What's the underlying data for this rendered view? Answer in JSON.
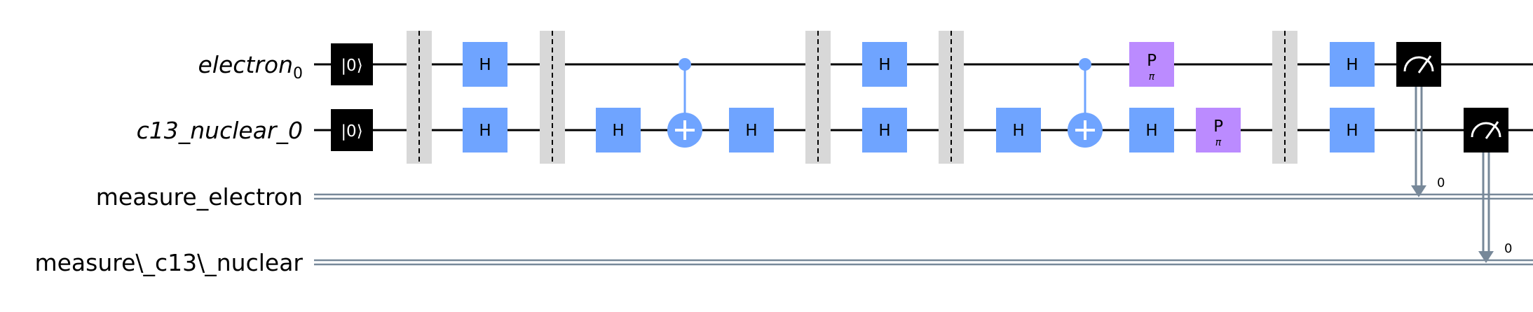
{
  "colors": {
    "h_gate": "#6fa4ff",
    "p_gate": "#bb8bff",
    "control": "#6fa4ff",
    "init_box": "#000000",
    "measure_box": "#000000",
    "barrier_fill": "#d8d8d8",
    "classical_wire": "#778899",
    "quantum_wire": "#000000"
  },
  "registers": {
    "qubits": [
      {
        "base": "electron",
        "sub": "0"
      },
      {
        "base": "c13_nuclear_0",
        "sub": ""
      }
    ],
    "classical": [
      {
        "label": "measure_electron"
      },
      {
        "label": "measure\\_c13\\_nuclear"
      }
    ]
  },
  "columns": [
    {
      "ops": [
        {
          "type": "init",
          "qubit": 0,
          "label": "|0⟩"
        },
        {
          "type": "init",
          "qubit": 1,
          "label": "|0⟩"
        }
      ]
    },
    {
      "ops": [
        {
          "type": "barrier",
          "qubits": [
            0,
            1
          ]
        }
      ]
    },
    {
      "ops": [
        {
          "type": "gate",
          "qubit": 0,
          "label": "H",
          "color": "h_gate"
        },
        {
          "type": "gate",
          "qubit": 1,
          "label": "H",
          "color": "h_gate"
        }
      ]
    },
    {
      "ops": [
        {
          "type": "barrier",
          "qubits": [
            0,
            1
          ]
        }
      ]
    },
    {
      "ops": [
        {
          "type": "gate",
          "qubit": 1,
          "label": "H",
          "color": "h_gate"
        }
      ]
    },
    {
      "ops": [
        {
          "type": "cx",
          "control": 0,
          "target": 1
        }
      ]
    },
    {
      "ops": [
        {
          "type": "gate",
          "qubit": 1,
          "label": "H",
          "color": "h_gate"
        }
      ]
    },
    {
      "ops": [
        {
          "type": "barrier",
          "qubits": [
            0,
            1
          ]
        }
      ]
    },
    {
      "ops": [
        {
          "type": "gate",
          "qubit": 0,
          "label": "H",
          "color": "h_gate"
        },
        {
          "type": "gate",
          "qubit": 1,
          "label": "H",
          "color": "h_gate"
        }
      ]
    },
    {
      "ops": [
        {
          "type": "barrier",
          "qubits": [
            0,
            1
          ]
        }
      ]
    },
    {
      "ops": [
        {
          "type": "gate",
          "qubit": 1,
          "label": "H",
          "color": "h_gate"
        }
      ]
    },
    {
      "ops": [
        {
          "type": "cx",
          "control": 0,
          "target": 1
        }
      ]
    },
    {
      "ops": [
        {
          "type": "gate",
          "qubit": 0,
          "label": "P",
          "param": "π",
          "color": "p_gate"
        },
        {
          "type": "gate",
          "qubit": 1,
          "label": "H",
          "color": "h_gate"
        }
      ]
    },
    {
      "ops": [
        {
          "type": "gate",
          "qubit": 1,
          "label": "P",
          "param": "π",
          "color": "p_gate"
        }
      ]
    },
    {
      "ops": [
        {
          "type": "barrier",
          "qubits": [
            0,
            1
          ]
        }
      ]
    },
    {
      "ops": [
        {
          "type": "gate",
          "qubit": 0,
          "label": "H",
          "color": "h_gate"
        },
        {
          "type": "gate",
          "qubit": 1,
          "label": "H",
          "color": "h_gate"
        }
      ]
    },
    {
      "ops": [
        {
          "type": "measure",
          "qubit": 0,
          "clbit": 0,
          "index": "0"
        }
      ]
    },
    {
      "ops": [
        {
          "type": "measure",
          "qubit": 1,
          "clbit": 1,
          "index": "0"
        }
      ]
    }
  ]
}
